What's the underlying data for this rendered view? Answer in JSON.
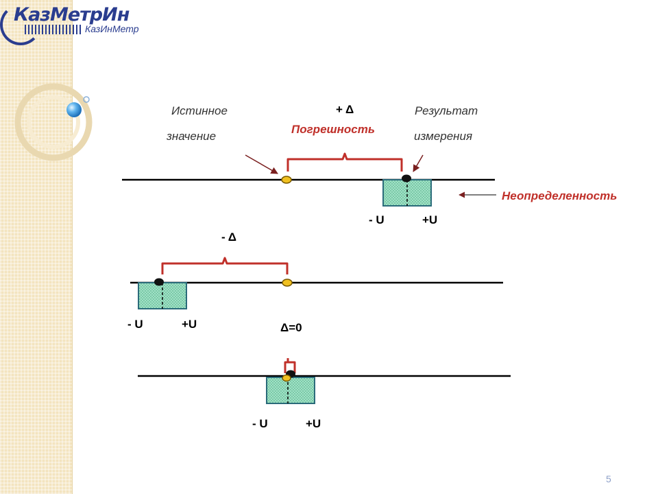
{
  "logo": {
    "main": "КазМетрИн",
    "sub": "КазИнМетр"
  },
  "labels": {
    "true_value_line1": "Истинное",
    "true_value_line2": "значение",
    "plus_delta": "+ Δ",
    "error": "Погрешность",
    "result_line1": "Результат",
    "result_line2": "измерения",
    "uncertainty": "Неопределенность",
    "minus_delta": "- Δ",
    "delta_zero": "Δ=0",
    "minus_u": "- U",
    "plus_u": "+U"
  },
  "page_number": "5",
  "colors": {
    "brace": "#c0302a",
    "error_text": "#c0302a",
    "uncertainty_fill": "#a8e6cc",
    "uncertainty_border": "#2a6b7a",
    "true_point": "#f0c020",
    "logo": "#2a3d8f",
    "sidebar": "#f3e4bf"
  }
}
